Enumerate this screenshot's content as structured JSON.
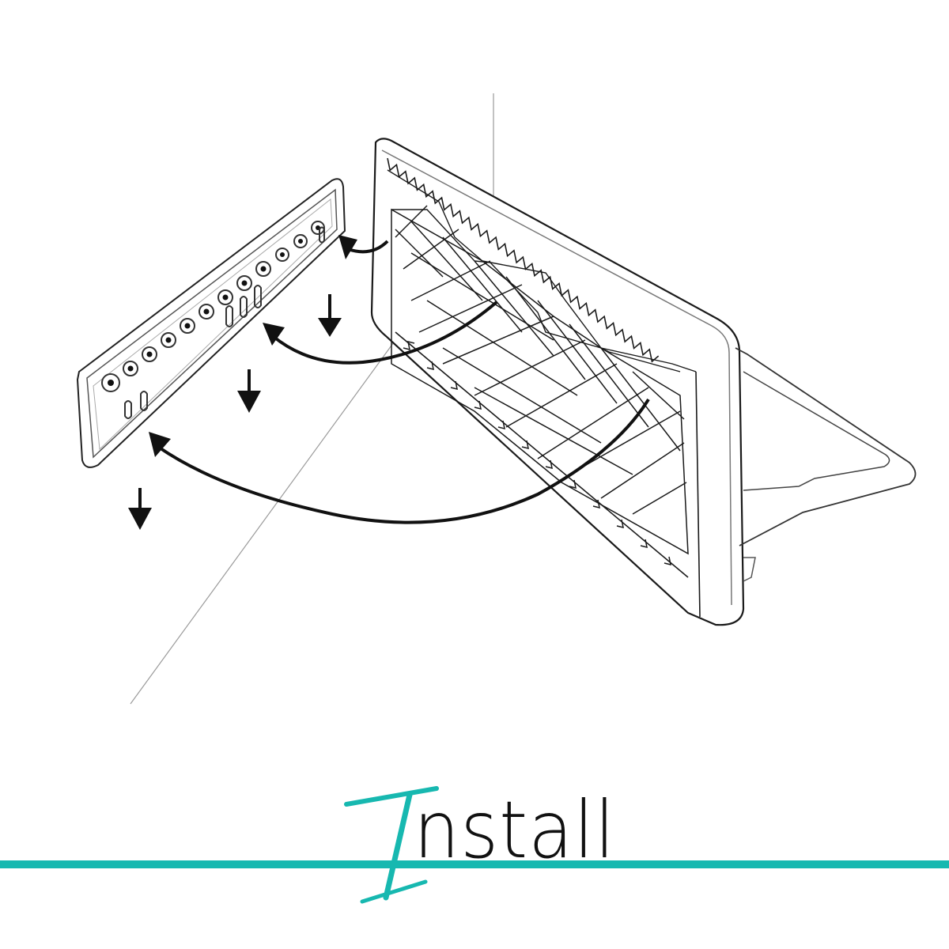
{
  "title": {
    "initial": "I",
    "rest": "nstall",
    "full": "Install"
  },
  "colors": {
    "accent": "#17B8B0",
    "ink": "#111111",
    "guide_line": "#9a9a9a",
    "background": "#ffffff"
  },
  "illustration": {
    "subject": "tray-with-mesh-insert-and-separate-comb-strip",
    "arrows": {
      "curved": 3,
      "down": 3
    }
  }
}
